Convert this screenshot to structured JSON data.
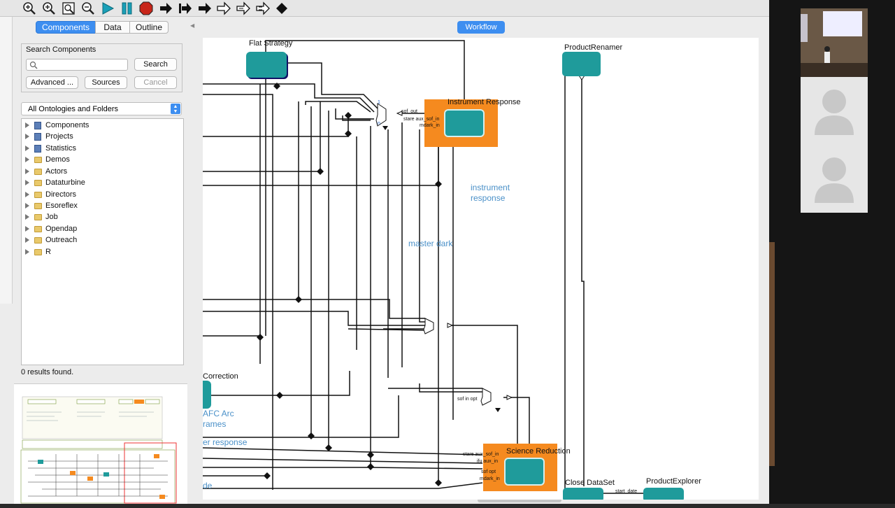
{
  "colors": {
    "accent": "#3d8ef0",
    "actor_teal": "#1f9b9b",
    "composite_orange": "#f58a1f",
    "annotation_blue": "#4a90c8"
  },
  "toolbar": {
    "icons": [
      "zoom-in-icon",
      "zoom-reset-icon",
      "zoom-fit-icon",
      "zoom-out-icon",
      "run-icon",
      "pause-icon",
      "stop-icon",
      "step-icon",
      "step-end-icon",
      "step-forward-icon",
      "step-arrow-icon",
      "step-outline-icon",
      "step-outline-2-icon",
      "breakpoint-icon"
    ]
  },
  "left_panel": {
    "tabs": [
      "Components",
      "Data",
      "Outline"
    ],
    "search": {
      "title": "Search Components",
      "value": "",
      "placeholder": "",
      "search_button": "Search",
      "advanced_button": "Advanced ...",
      "sources_button": "Sources",
      "cancel_button": "Cancel"
    },
    "ontology_select": "All Ontologies and Folders",
    "tree": [
      {
        "label": "Components",
        "icon": "library"
      },
      {
        "label": "Projects",
        "icon": "library"
      },
      {
        "label": "Statistics",
        "icon": "library"
      },
      {
        "label": "Demos",
        "icon": "folder"
      },
      {
        "label": "Actors",
        "icon": "folder"
      },
      {
        "label": "Dataturbine",
        "icon": "folder"
      },
      {
        "label": "Directors",
        "icon": "folder"
      },
      {
        "label": "Esoreflex",
        "icon": "folder"
      },
      {
        "label": "Job",
        "icon": "folder"
      },
      {
        "label": "Opendap",
        "icon": "folder"
      },
      {
        "label": "Outreach",
        "icon": "folder"
      },
      {
        "label": "R",
        "icon": "folder"
      }
    ],
    "results": "0 results found."
  },
  "canvas": {
    "tab": "Workflow",
    "actors": {
      "flat_strategy": "Flat Strategy",
      "product_renamer": "ProductRenamer",
      "instrument_response": "Instrument Response",
      "science_reduction": "Science Reduction",
      "close_dataset": "Close DataSet",
      "product_explorer": "ProductExplorer",
      "correction": "Correction"
    },
    "annotations": {
      "instrument_response_1": "instrument",
      "instrument_response_2": "response",
      "master_dark": "master dark",
      "afc_arc_1": "AFC Arc",
      "afc_arc_2": "rames",
      "er_response": "er response",
      "de": "de"
    },
    "ports": {
      "sof_out": "sof_out",
      "stare_aux_sof_in": "stare aux_sof_in",
      "mdark_in": "mdark_in",
      "sof_in_opt": "sof in opt",
      "stare_aux_sof_in_2": "stare aux_sof_in",
      "ifu_aux_in": "ifu aux_in",
      "sof_opt": "sof opt",
      "mdark_in_2": "mdark_in",
      "start_date": "start_date",
      "n1": "1",
      "nn": "n"
    }
  }
}
